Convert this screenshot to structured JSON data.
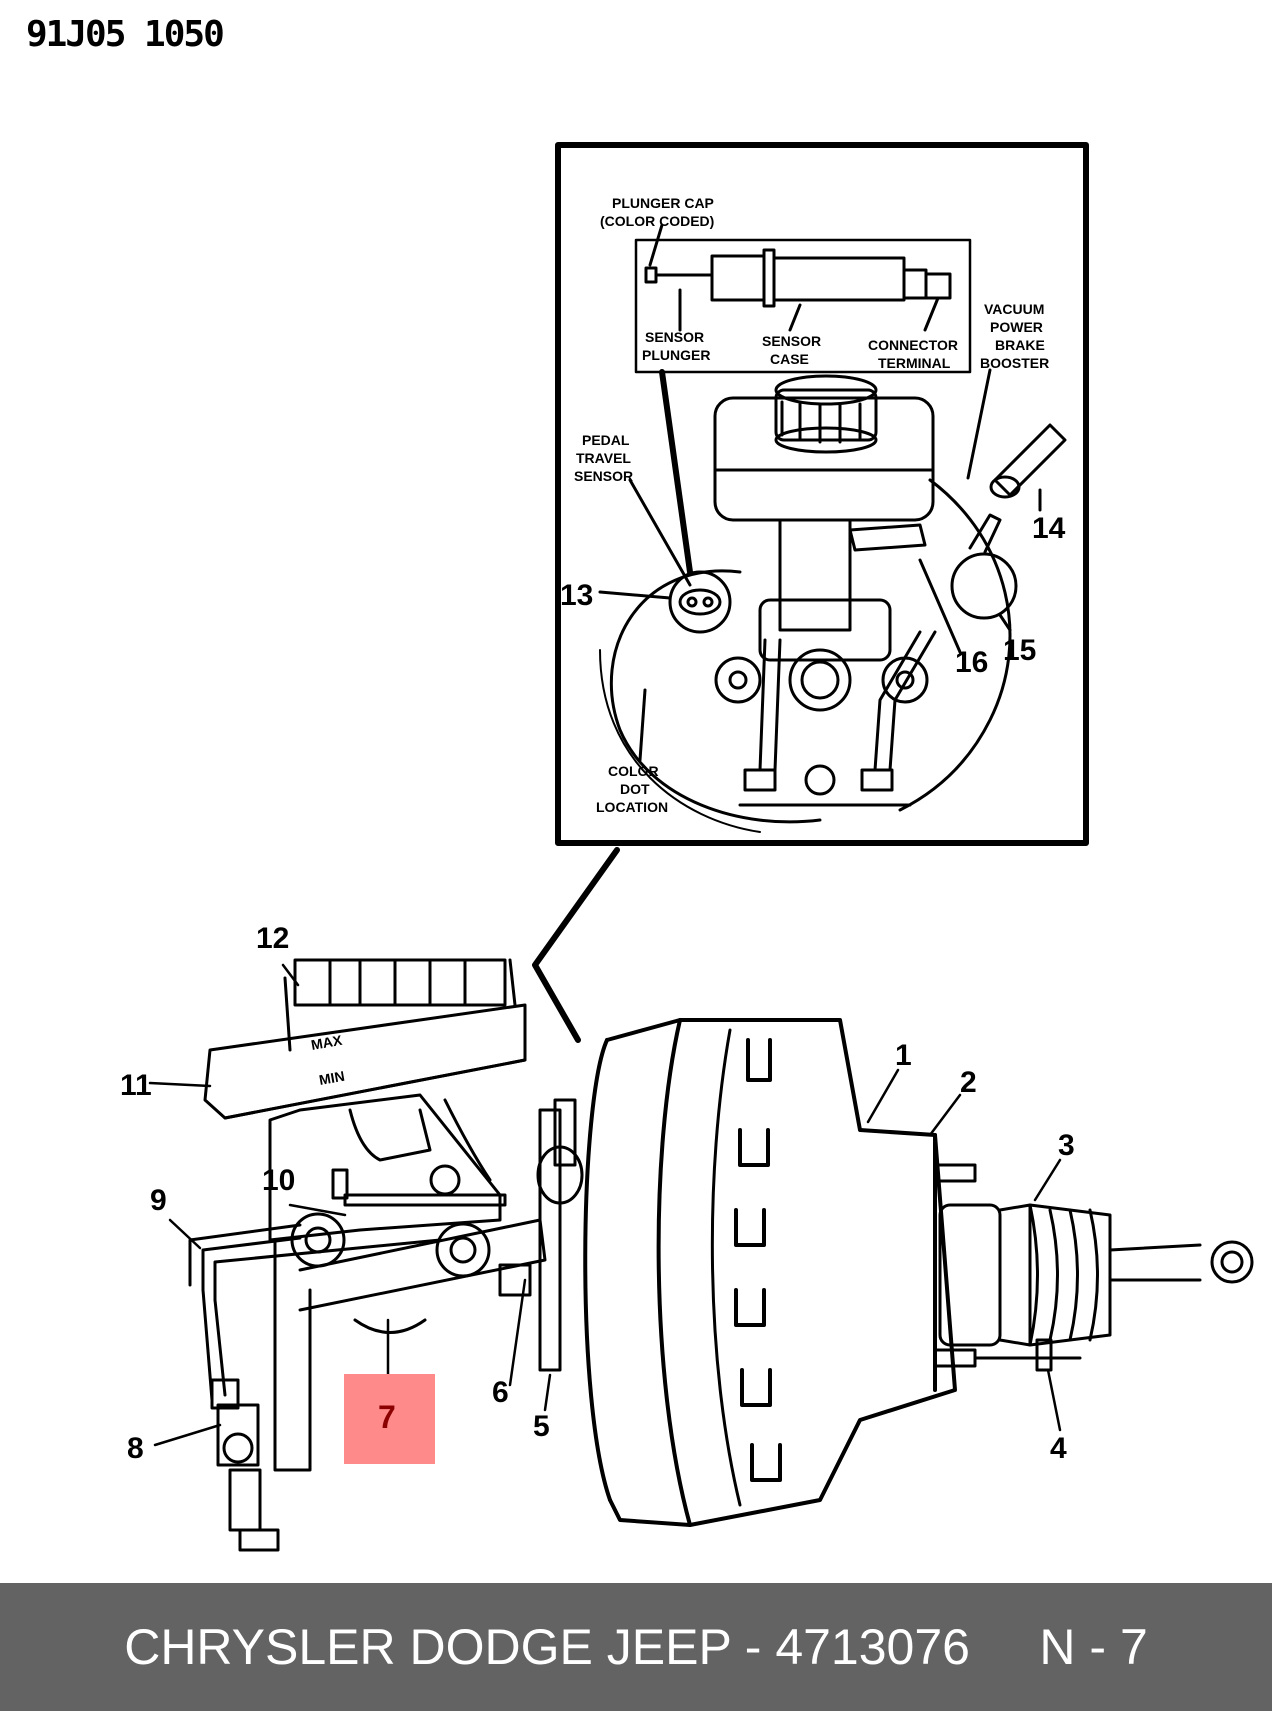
{
  "header": {
    "ref_code": "91J05 1050"
  },
  "inset": {
    "labels": {
      "plunger_cap_1": "PLUNGER CAP",
      "plunger_cap_2": "(COLOR CODED)",
      "sensor_plunger_1": "SENSOR",
      "sensor_plunger_2": "PLUNGER",
      "sensor_case_1": "SENSOR",
      "sensor_case_2": "CASE",
      "connector_terminal_1": "CONNECTOR",
      "connector_terminal_2": "TERMINAL",
      "vacuum_booster_1": "VACUUM",
      "vacuum_booster_2": "POWER",
      "vacuum_booster_3": "BRAKE",
      "vacuum_booster_4": "BOOSTER",
      "pedal_sensor_1": "PEDAL",
      "pedal_sensor_2": "TRAVEL",
      "pedal_sensor_3": "SENSOR",
      "color_dot_1": "COLOR",
      "color_dot_2": "DOT",
      "color_dot_3": "LOCATION"
    },
    "callouts": {
      "c13": "13",
      "c14": "14",
      "c15": "15",
      "c16": "16"
    }
  },
  "main": {
    "callouts": {
      "c1": "1",
      "c2": "2",
      "c3": "3",
      "c4": "4",
      "c5": "5",
      "c6": "6",
      "c7": "7",
      "c8": "8",
      "c9": "9",
      "c10": "10",
      "c11": "11",
      "c12": "12"
    },
    "reservoir": {
      "max": "MAX",
      "min": "MIN"
    },
    "highlight_color": "#ff8a8a"
  },
  "footer": {
    "text": "CHRYSLER DODGE JEEP - 4713076     N - 7"
  }
}
